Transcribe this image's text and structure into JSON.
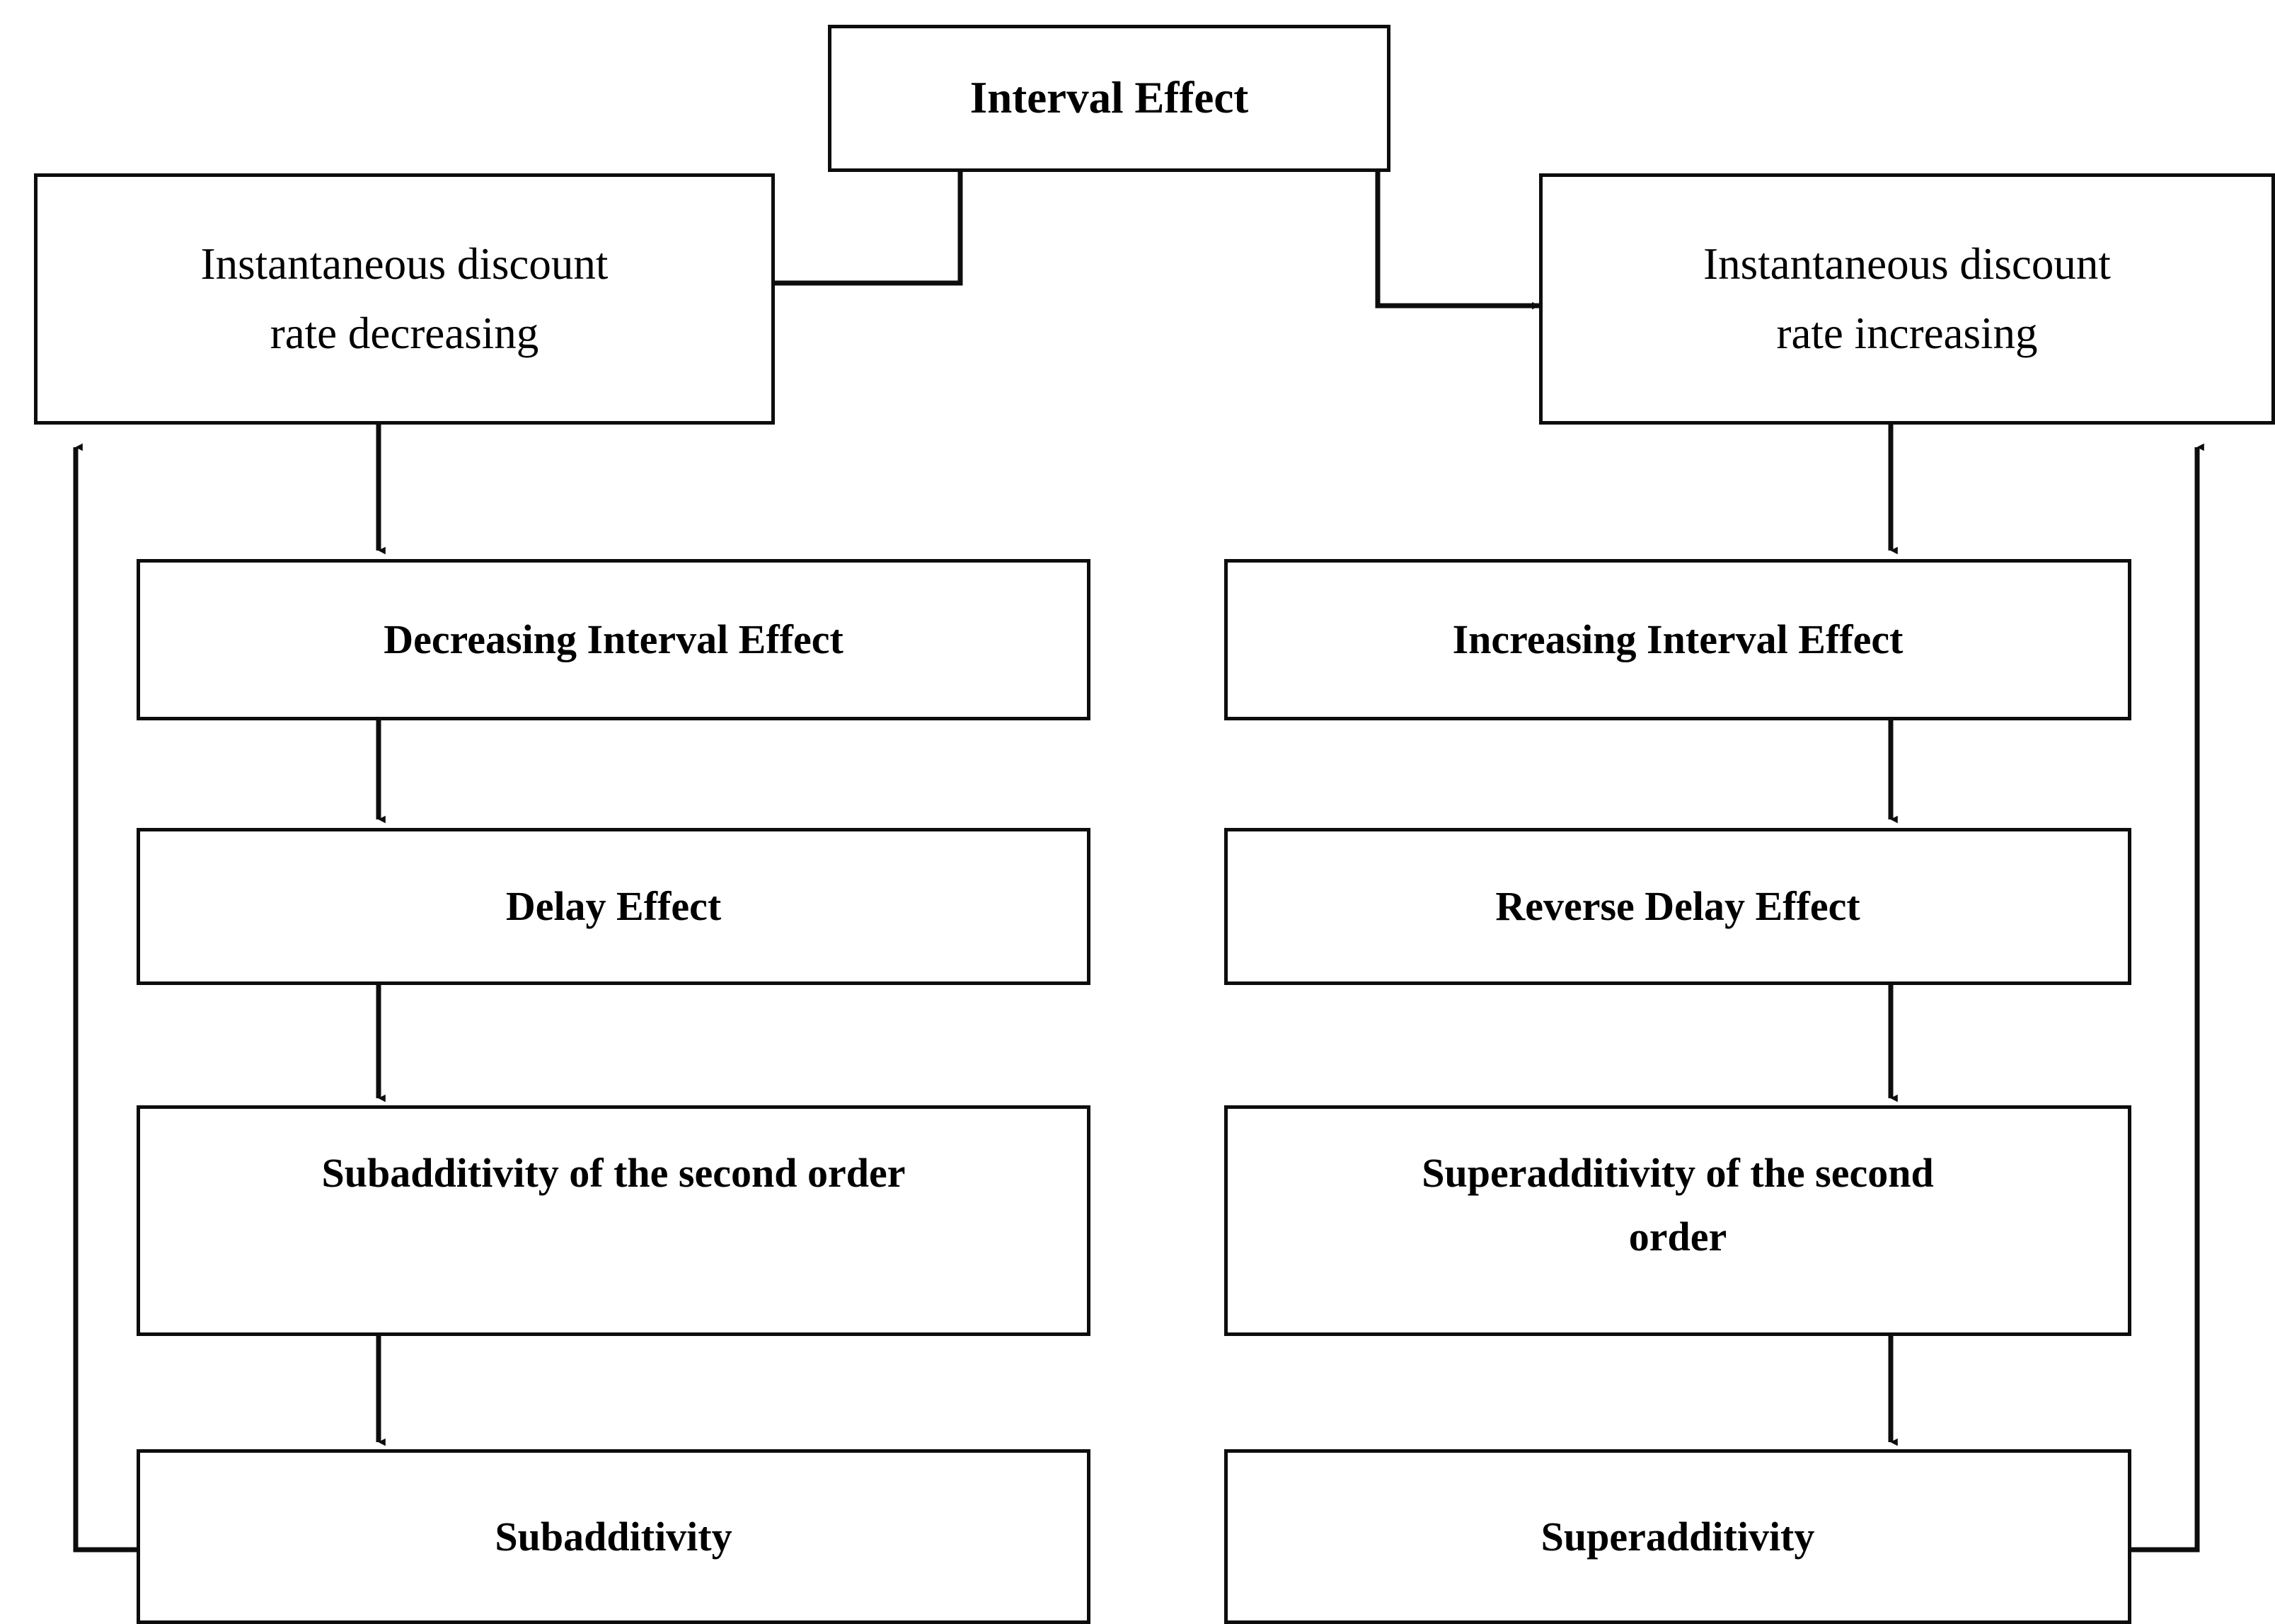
{
  "diagram": {
    "title": "Interval Effect flowchart",
    "stroke_color": "#0d0d0d",
    "background": "#ffffff",
    "nodes": {
      "root": {
        "label": "Interval Effect",
        "weight": "bold"
      },
      "left_branch": {
        "label": "Instantaneous discount\nrate decreasing",
        "weight": "regular"
      },
      "right_branch": {
        "label": "Instantaneous discount\nrate increasing",
        "weight": "regular"
      },
      "left_1": {
        "label": "Decreasing Interval Effect",
        "weight": "bold"
      },
      "right_1": {
        "label": "Increasing Interval Effect",
        "weight": "bold"
      },
      "left_2": {
        "label": "Delay Effect",
        "weight": "bold"
      },
      "right_2": {
        "label": "Reverse Delay Effect",
        "weight": "bold"
      },
      "left_3": {
        "label": "Subadditivity of the second order",
        "weight": "bold"
      },
      "right_3": {
        "label": "Superadditivity of the second\norder",
        "weight": "bold"
      },
      "left_4": {
        "label": "Subadditivity",
        "weight": "bold"
      },
      "right_4": {
        "label": "Superadditivity",
        "weight": "bold"
      }
    },
    "edges": [
      {
        "name": "root-to-left-branch",
        "from": "root",
        "to": "left_branch",
        "style": "elbow-arrow"
      },
      {
        "name": "root-to-right-branch",
        "from": "root",
        "to": "right_branch",
        "style": "elbow-arrow"
      },
      {
        "name": "left-branch-to-left-1",
        "from": "left_branch",
        "to": "left_1",
        "style": "down-arrow"
      },
      {
        "name": "left-1-to-left-2",
        "from": "left_1",
        "to": "left_2",
        "style": "down-arrow"
      },
      {
        "name": "left-2-to-left-3",
        "from": "left_2",
        "to": "left_3",
        "style": "down-arrow"
      },
      {
        "name": "left-3-to-left-4",
        "from": "left_3",
        "to": "left_4",
        "style": "down-arrow"
      },
      {
        "name": "left-feedback",
        "from": "left_4",
        "to": "left_branch",
        "style": "feedback-loop"
      },
      {
        "name": "right-branch-to-right-1",
        "from": "right_branch",
        "to": "right_1",
        "style": "down-arrow"
      },
      {
        "name": "right-1-to-right-2",
        "from": "right_1",
        "to": "right_2",
        "style": "down-arrow"
      },
      {
        "name": "right-2-to-right-3",
        "from": "right_2",
        "to": "right_3",
        "style": "down-arrow"
      },
      {
        "name": "right-3-to-right-4",
        "from": "right_3",
        "to": "right_4",
        "style": "down-arrow"
      },
      {
        "name": "right-feedback",
        "from": "right_4",
        "to": "right_branch",
        "style": "feedback-loop"
      }
    ]
  }
}
